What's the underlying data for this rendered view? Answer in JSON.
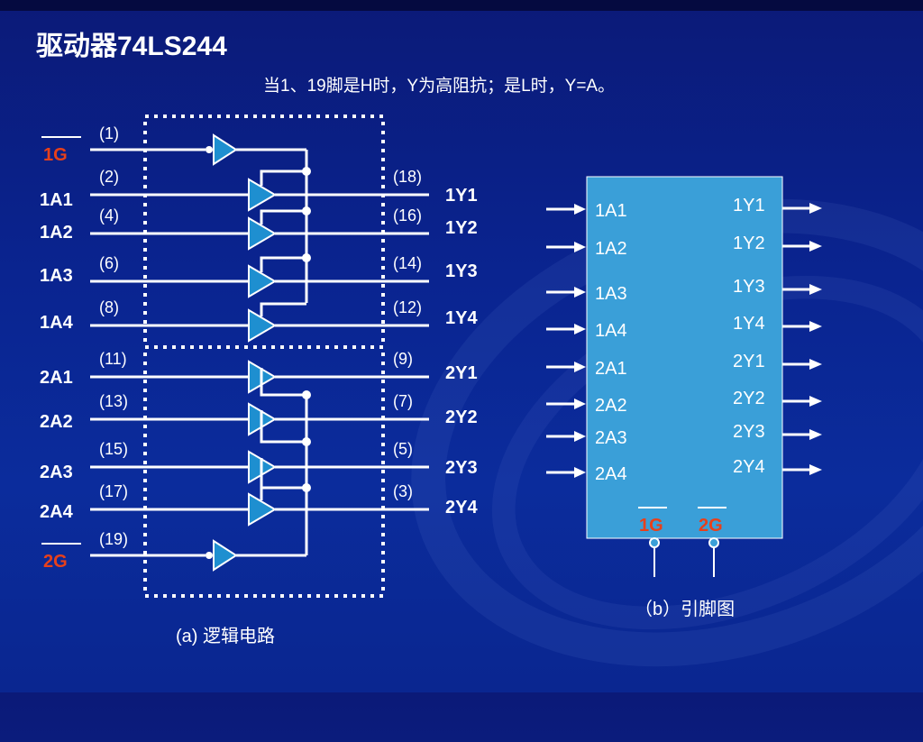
{
  "title": "驱动器74LS244",
  "subtitle": "当1、19脚是H时，Y为高阻抗；是L时，Y=A。",
  "logic": {
    "caption": "(a) 逻辑电路",
    "g1": {
      "label": "1G",
      "pin": "(1)"
    },
    "g2": {
      "label": "2G",
      "pin": "(19)"
    },
    "buffers": [
      {
        "in": "1A1",
        "inPin": "(2)",
        "out": "1Y1",
        "outPin": "(18)"
      },
      {
        "in": "1A2",
        "inPin": "(4)",
        "out": "1Y2",
        "outPin": "(16)"
      },
      {
        "in": "1A3",
        "inPin": "(6)",
        "out": "1Y3",
        "outPin": "(14)"
      },
      {
        "in": "1A4",
        "inPin": "(8)",
        "out": "1Y4",
        "outPin": "(12)"
      },
      {
        "in": "2A1",
        "inPin": "(11)",
        "out": "2Y1",
        "outPin": "(9)"
      },
      {
        "in": "2A2",
        "inPin": "(13)",
        "out": "2Y2",
        "outPin": "(7)"
      },
      {
        "in": "2A3",
        "inPin": "(15)",
        "out": "2Y3",
        "outPin": "(5)"
      },
      {
        "in": "2A4",
        "inPin": "(17)",
        "out": "2Y4",
        "outPin": "(3)"
      }
    ]
  },
  "pinout": {
    "caption": "（b）引脚图",
    "inputs": [
      "1A1",
      "1A2",
      "1A3",
      "1A4",
      "2A1",
      "2A2",
      "2A3",
      "2A4"
    ],
    "outputs": [
      "1Y1",
      "1Y2",
      "1Y3",
      "1Y4",
      "2Y1",
      "2Y2",
      "2Y3",
      "2Y4"
    ],
    "enables": [
      "1G",
      "2G"
    ]
  },
  "colors": {
    "enable_label": "#e8401a",
    "buffer_fill": "#1e8fd0",
    "chip_fill": "#3a9fd8",
    "line": "#ffffff"
  }
}
